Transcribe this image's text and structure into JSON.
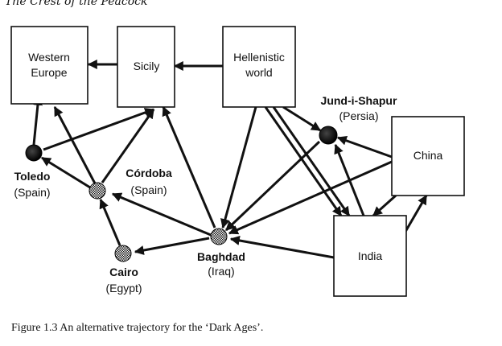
{
  "header": {
    "running_title": "The Crest of the Peacock"
  },
  "nodes": {
    "western_europe": {
      "line1": "Western",
      "line2": "Europe"
    },
    "sicily": {
      "label": "Sicily"
    },
    "hellenistic": {
      "line1": "Hellenistic",
      "line2": "world"
    },
    "china": {
      "label": "China"
    },
    "india": {
      "label": "India"
    },
    "jundishapur": {
      "name": "Jund-i-Shapur",
      "region": "(Persia)"
    },
    "toledo": {
      "name": "Toledo",
      "region": "(Spain)"
    },
    "cordoba": {
      "name": "Córdoba",
      "region": "(Spain)"
    },
    "baghdad": {
      "name": "Baghdad",
      "region": "(Iraq)"
    },
    "cairo": {
      "name": "Cairo",
      "region": "(Egypt)"
    }
  },
  "caption": {
    "text": "Figure 1.3  An alternative trajectory for the ‘Dark Ages’."
  },
  "colors": {
    "ink": "#111111",
    "background": "#ffffff"
  }
}
